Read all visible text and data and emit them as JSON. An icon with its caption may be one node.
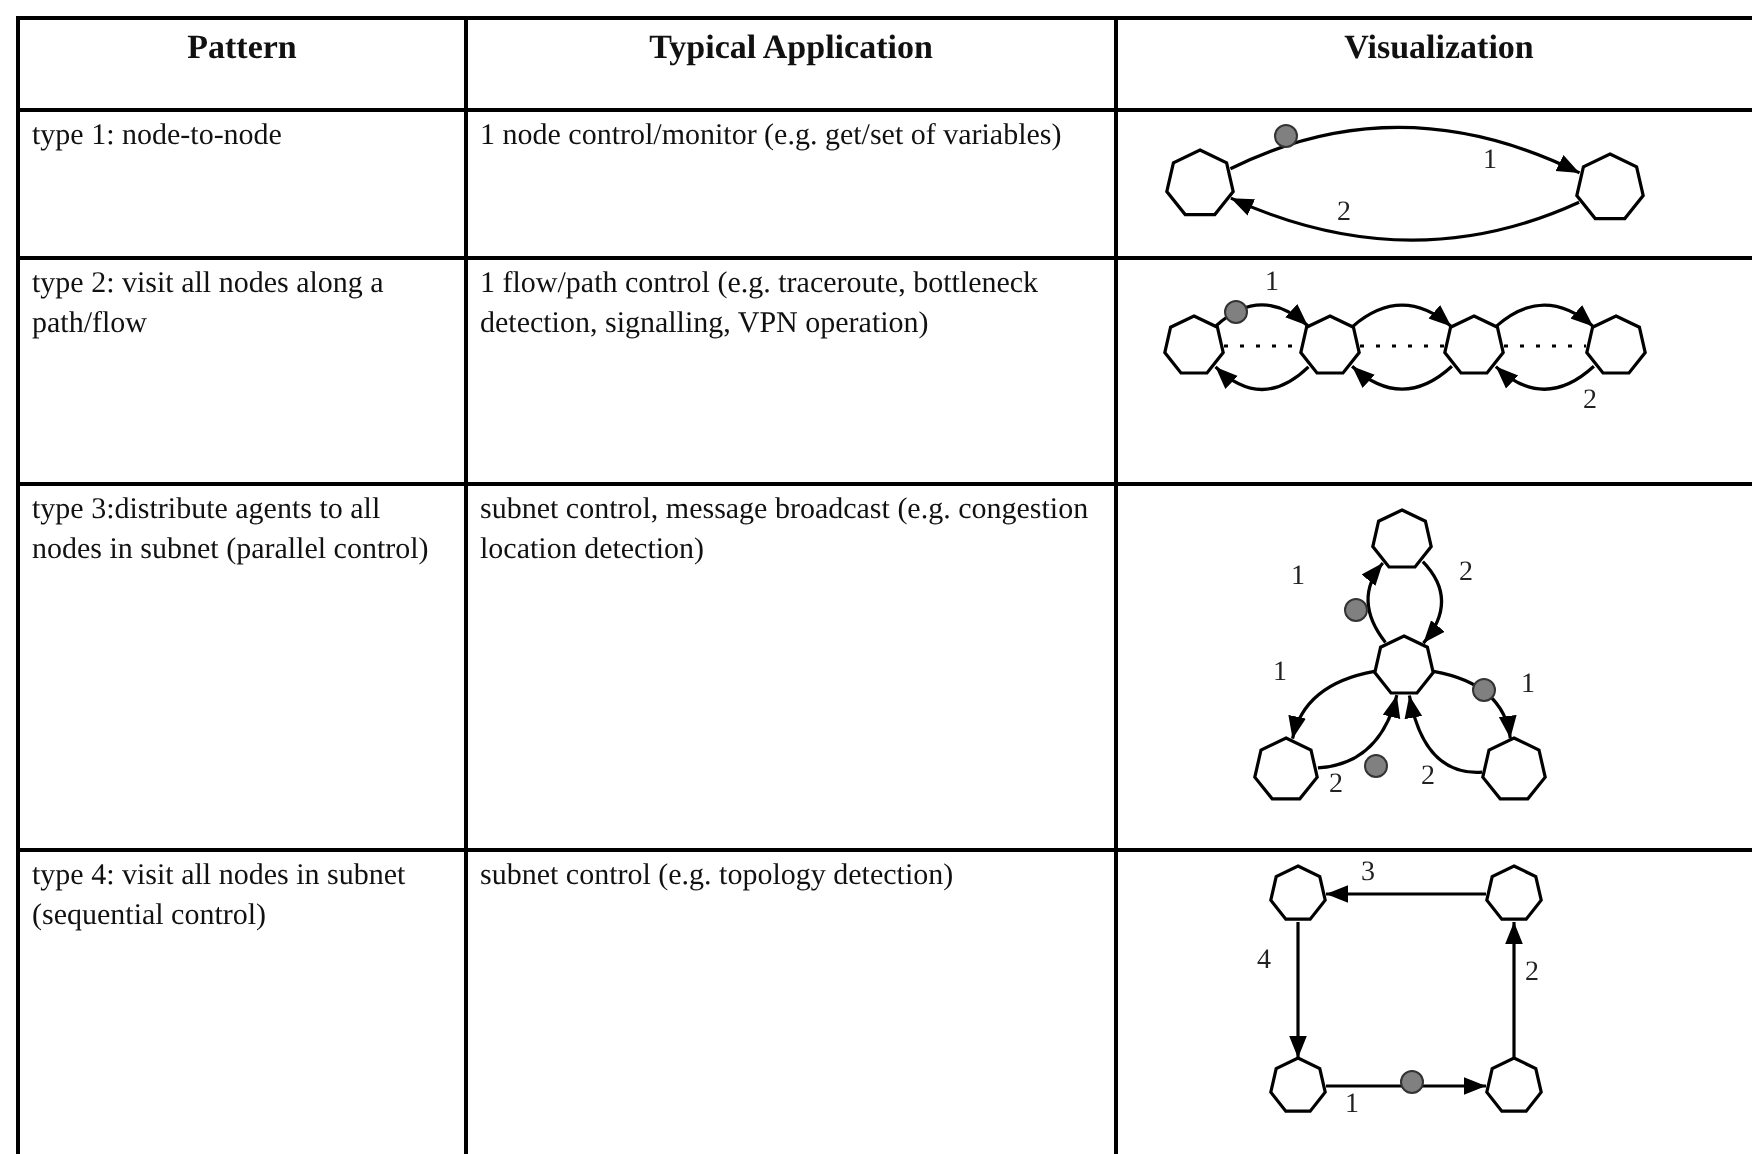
{
  "diagram": {
    "nodes": [
      {
        "text": [],
        "shape": "circle"
      },
      {
        "text": [],
        "shape": "circle"
      },
      {
        "text": [],
        "shape": "circle"
      },
      {
        "text": [],
        "shape": "circle"
      },
      {
        "text": [],
        "shape": "circle"
      },
      {
        "text": [],
        "shape": "circle"
      },
      {
        "text": [],
        "shape": "circle"
      },
      {
        "text": [],
        "shape": "circle"
      },
      {
        "text": [],
        "shape": "circle"
      },
      {
        "text": [],
        "shape": "circle"
      },
      {
        "text": [],
        "shape": "circle"
      },
      {
        "text": [],
        "shape": "circle"
      },
      {
        "text": [],
        "shape": "circle"
      },
      {
        "text": [],
        "shape": "circle"
      }
    ],
    "edges": [
      {
        "from": 0,
        "to": 1,
        "arrow": "to",
        "label": "1"
      },
      {
        "from": 1,
        "to": 0,
        "arrow": "to",
        "label": "2"
      },
      {
        "from": 2,
        "to": 3,
        "arrow": "to",
        "label": "1"
      },
      {
        "from": 3,
        "to": 4,
        "arrow": "to"
      },
      {
        "from": 4,
        "to": 5,
        "arrow": "to"
      },
      {
        "from": 5,
        "to": 4,
        "arrow": "to",
        "label": "2"
      },
      {
        "from": 4,
        "to": 3,
        "arrow": "to"
      },
      {
        "from": 3,
        "to": 2,
        "arrow": "to"
      },
      {
        "from": 2,
        "to": 3,
        "arrow": "none",
        "style": "dashed"
      },
      {
        "from": 3,
        "to": 4,
        "arrow": "none",
        "style": "dashed"
      },
      {
        "from": 4,
        "to": 5,
        "arrow": "none",
        "style": "dashed"
      },
      {
        "from": 7,
        "to": 6,
        "arrow": "to",
        "label": "1"
      },
      {
        "from": 6,
        "to": 7,
        "arrow": "to",
        "label": "2"
      },
      {
        "from": 7,
        "to": 8,
        "arrow": "to",
        "label": "1"
      },
      {
        "from": 8,
        "to": 7,
        "arrow": "to",
        "label": "2"
      },
      {
        "from": 7,
        "to": 9,
        "arrow": "to",
        "label": "1"
      },
      {
        "from": 9,
        "to": 7,
        "arrow": "to",
        "label": "2"
      },
      {
        "from": 12,
        "to": 13,
        "arrow": "to",
        "label": "1"
      },
      {
        "from": 13,
        "to": 11,
        "arrow": "to",
        "label": "2"
      },
      {
        "from": 11,
        "to": 10,
        "arrow": "to",
        "label": "3"
      },
      {
        "from": 10,
        "to": 12,
        "arrow": "to",
        "label": "4"
      }
    ],
    "labels": [
      "Pattern",
      "Typical Application",
      "Visualization",
      "type 1: node-to-node",
      "1 node control/monitor (e.g. get/set of variables)",
      "type 2: visit all nodes along a path/flow",
      "1 flow/path control (e.g. traceroute, bottleneck detection, signalling, VPN operation)",
      "type 3:distribute agents to all nodes in subnet (parallel control)",
      "subnet control, message broadcast (e.g. congestion location detection)",
      "type 4: visit all nodes in subnet (sequential control)",
      "subnet control (e.g. topology detection)"
    ]
  }
}
